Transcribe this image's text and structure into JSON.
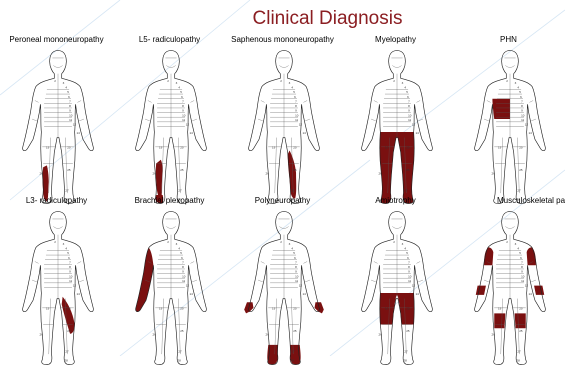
{
  "title": "Clinical Diagnosis",
  "colors": {
    "title": "#8b1e22",
    "shade": "#7a1010",
    "outline": "#222222"
  },
  "panels": [
    {
      "label": "Peroneal mononeuropathy",
      "regions": [
        "r-lower-leg-lateral"
      ]
    },
    {
      "label": "L5- radiculopathy",
      "regions": [
        "r-shin-strip",
        "r-foot"
      ]
    },
    {
      "label": "Saphenous mononeuropathy",
      "regions": [
        "l-lower-leg-medial"
      ]
    },
    {
      "label": "Myelopathy",
      "regions": [
        "both-legs-full"
      ]
    },
    {
      "label": "PHN",
      "regions": [
        "r-trunk-band"
      ]
    },
    {
      "label": "L3- radiculopathy",
      "regions": [
        "l-thigh-anterior"
      ]
    },
    {
      "label": "Brachial plexopathy",
      "regions": [
        "r-arm-full"
      ]
    },
    {
      "label": "Polyneuropathy",
      "regions": [
        "both-hands",
        "both-feet"
      ]
    },
    {
      "label": "Amiotrophy",
      "regions": [
        "both-thighs"
      ]
    },
    {
      "label": "Musculoskeletal pa",
      "regions": [
        "both-shoulders",
        "both-forearms",
        "both-knees"
      ]
    }
  ]
}
